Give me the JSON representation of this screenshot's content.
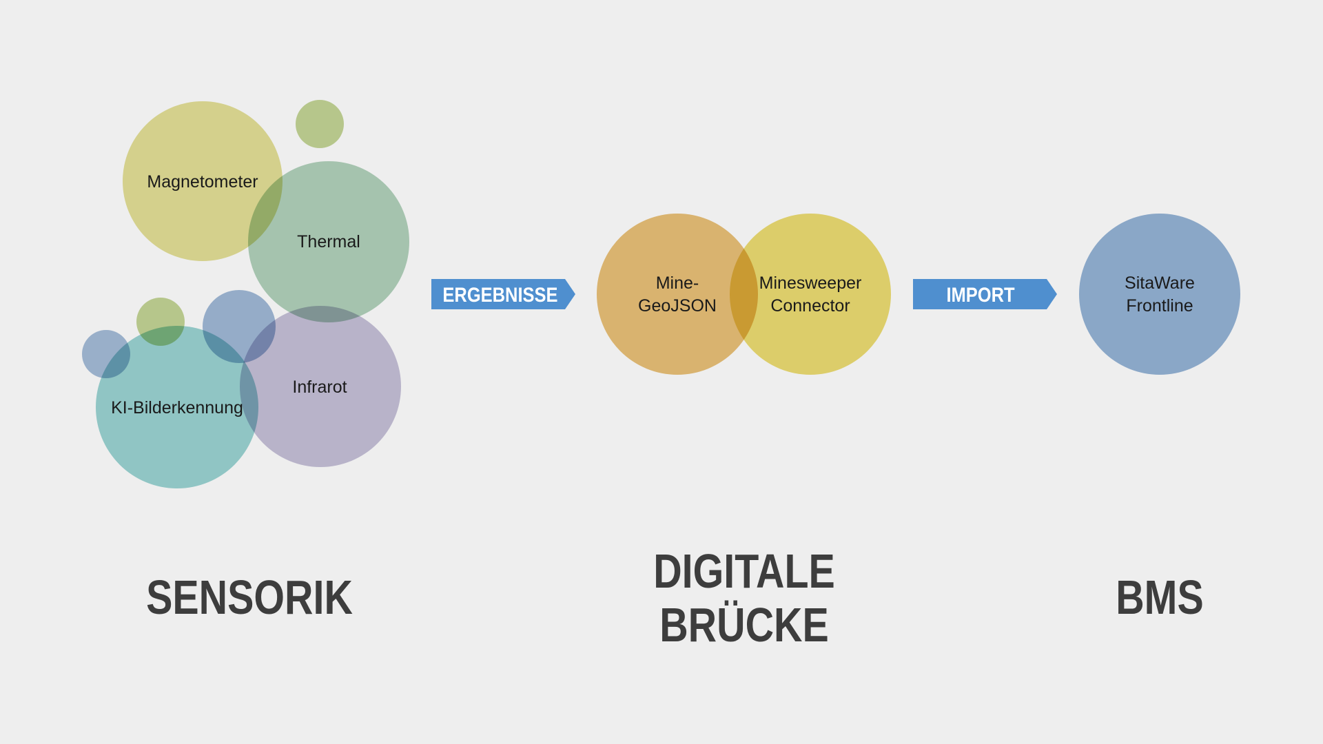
{
  "sensorik": {
    "title": "SENSORIK",
    "circles": [
      "Magnetometer",
      "Thermal",
      "KI-Bilderkennung",
      "Infrarot"
    ]
  },
  "arrows": {
    "results": "ERGEBNISSE",
    "import": "IMPORT"
  },
  "bridge": {
    "title_line1": "DIGITALE",
    "title_line2": "BRÜCKE",
    "geojson_line1": "Mine-",
    "geojson_line2": "GeoJSON",
    "connector_line1": "Minesweeper",
    "connector_line2": "Connector"
  },
  "bms": {
    "title": "BMS",
    "line1": "SitaWare",
    "line2": "Frontline"
  },
  "colors": {
    "magnetometer": "#e3df96",
    "thermal": "#a9cfb6",
    "ki": "#8fd0cf",
    "infrarot": "#c2bcd8",
    "small_green": "#c3d495",
    "small_blue": "#9bb6d6",
    "geojson": "#e9c077",
    "connector": "#ecdc72",
    "sitaware": "#94b3d6",
    "arrow": "#4f8fcf"
  }
}
